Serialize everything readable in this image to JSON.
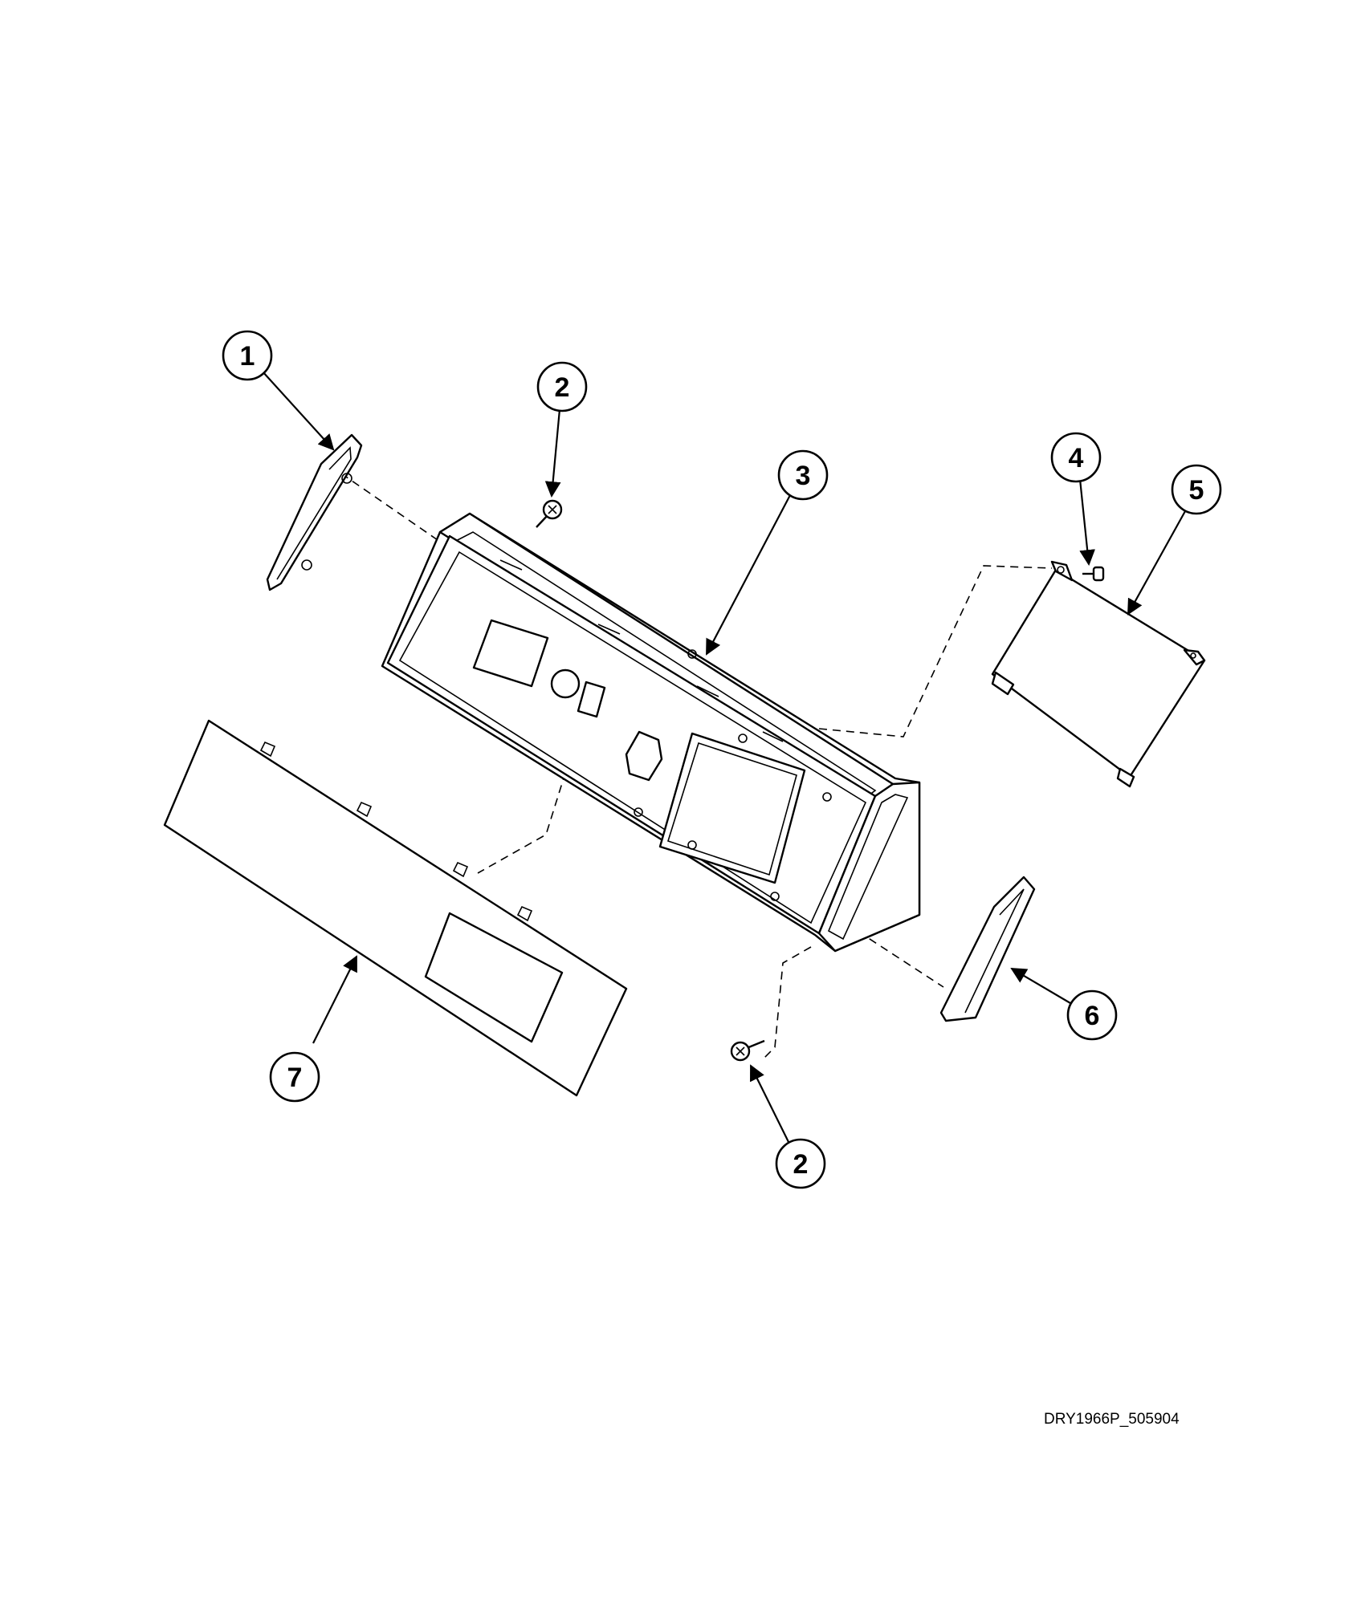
{
  "diagram": {
    "reference_code": "DRY1966P_505904",
    "callouts": [
      {
        "id": "c1",
        "label": "1"
      },
      {
        "id": "c2a",
        "label": "2"
      },
      {
        "id": "c3",
        "label": "3"
      },
      {
        "id": "c4",
        "label": "4"
      },
      {
        "id": "c5",
        "label": "5"
      },
      {
        "id": "c6",
        "label": "6"
      },
      {
        "id": "c7",
        "label": "7"
      },
      {
        "id": "c2b",
        "label": "2"
      }
    ]
  }
}
